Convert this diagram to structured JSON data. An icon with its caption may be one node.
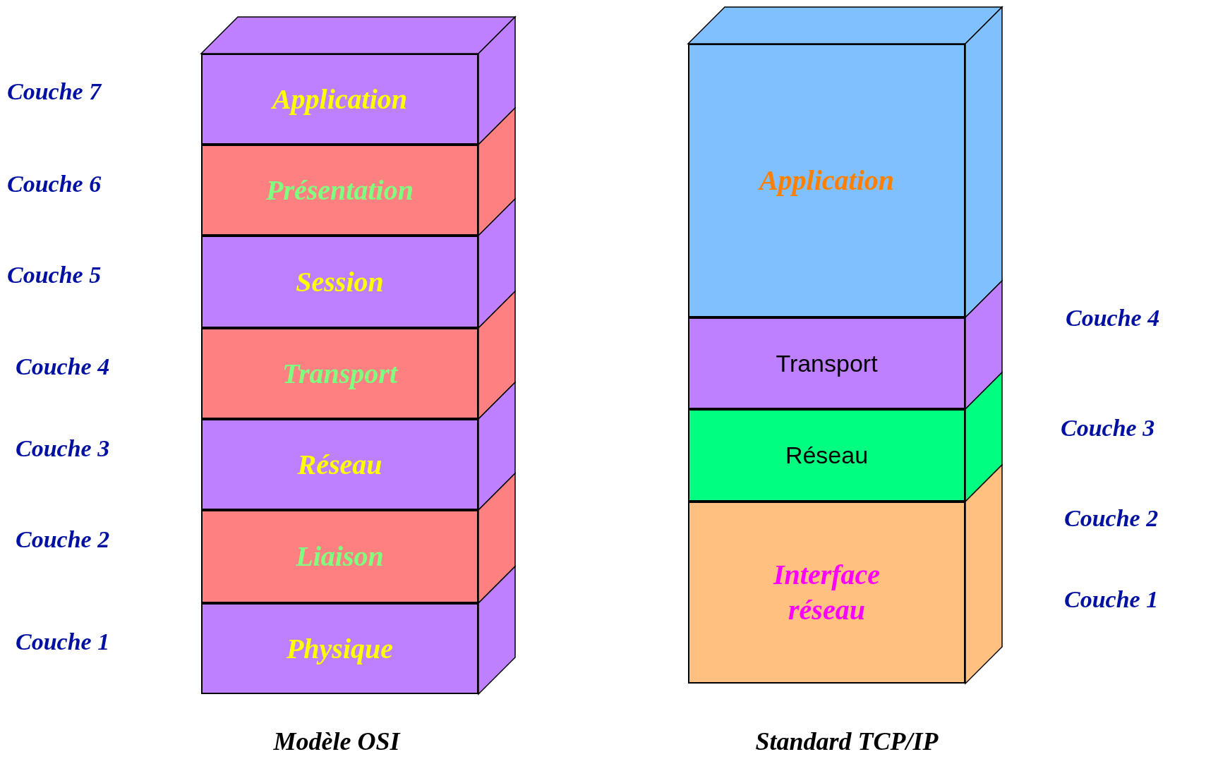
{
  "diagram": {
    "nodes": [
      {
        "text": [
          "Application"
        ]
      },
      {
        "text": [
          "Présentation"
        ]
      },
      {
        "text": [
          "Session"
        ]
      },
      {
        "text": [
          "Transport"
        ]
      },
      {
        "text": [
          "Réseau"
        ]
      },
      {
        "text": [
          "Liaison"
        ]
      },
      {
        "text": [
          "Physique"
        ]
      },
      {
        "text": [
          "Application"
        ]
      },
      {
        "text": [
          "Transport"
        ]
      },
      {
        "text": [
          "Réseau"
        ]
      },
      {
        "text": [
          "Interface réseau"
        ]
      }
    ],
    "labels": [
      "Couche 7",
      "Couche 6",
      "Couche 5",
      "Couche 4",
      "Couche 3",
      "Couche 2",
      "Couche 1",
      "Couche 4",
      "Couche 3",
      "Couche 2",
      "Couche 1",
      "Modèle OSI",
      "Standard TCP/IP"
    ]
  }
}
